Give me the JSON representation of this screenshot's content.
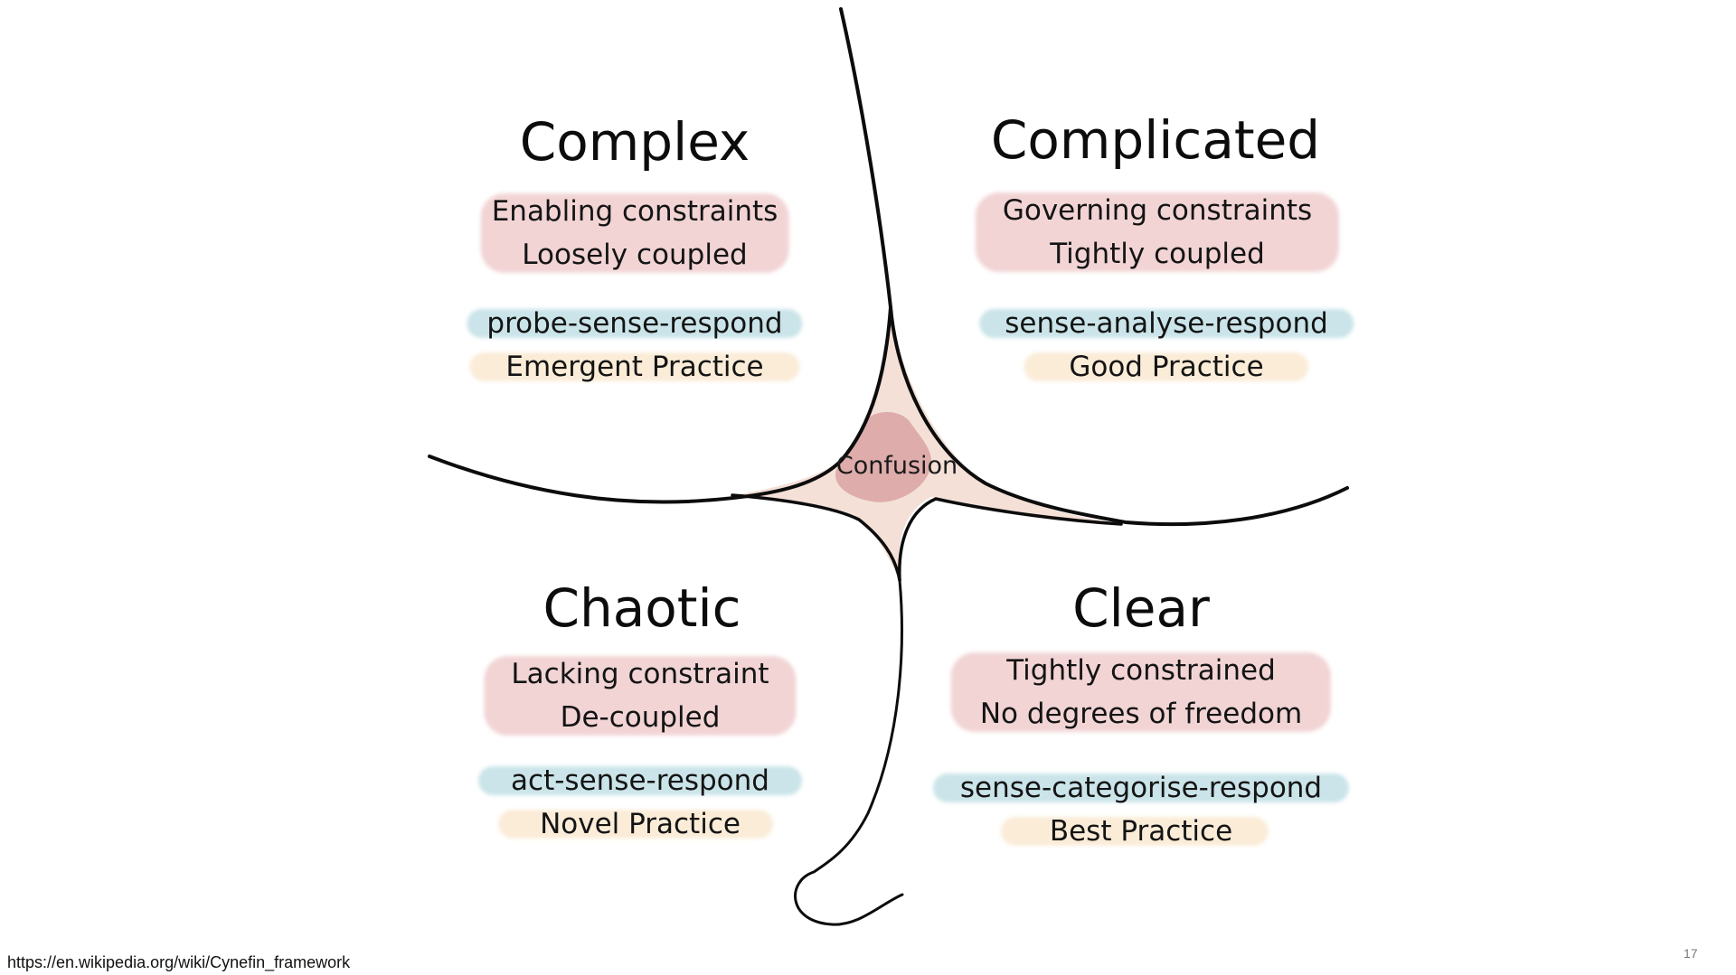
{
  "domains": {
    "complex": {
      "title": "Complex",
      "constraints": "Enabling constraints",
      "coupling": "Loosely coupled",
      "approach": "probe-sense-respond",
      "practice": "Emergent Practice"
    },
    "complicated": {
      "title": "Complicated",
      "constraints": "Governing constraints",
      "coupling": "Tightly coupled",
      "approach": "sense-analyse-respond",
      "practice": "Good Practice"
    },
    "chaotic": {
      "title": "Chaotic",
      "constraints": "Lacking constraint",
      "coupling": "De-coupled",
      "approach": "act-sense-respond",
      "practice": "Novel Practice"
    },
    "clear": {
      "title": "Clear",
      "constraints": "Tightly constrained",
      "coupling": "No degrees of freedom",
      "approach": "sense-categorise-respond",
      "practice": "Best Practice"
    }
  },
  "center": {
    "label": "Confusion"
  },
  "footer": {
    "source": "https://en.wikipedia.org/wiki/Cynefin_framework",
    "page_number": "17"
  },
  "colors": {
    "constraint_highlight": "#e8b0b2",
    "approach_highlight": "#add6dd",
    "practice_highlight": "#fae4c8",
    "confusion_fill": "#f3d9d0",
    "confusion_core": "#d9969a",
    "line": "#0c0c0c"
  }
}
